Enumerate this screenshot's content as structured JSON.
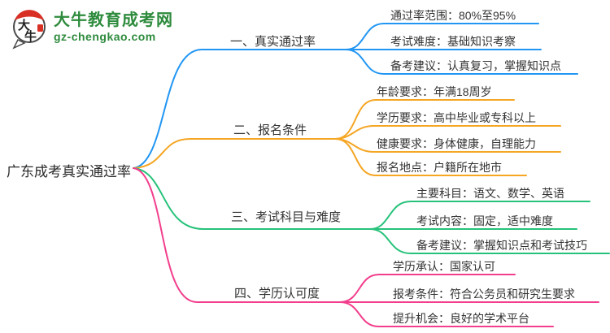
{
  "logo": {
    "icon_char_1": "大",
    "icon_char_2": "牛",
    "title": "大牛教育成考网",
    "domain": "gz-chengkao.com",
    "brand_green": "#2E8B3D",
    "seal_red": "#D93025"
  },
  "root": {
    "label": "广东成考真实通过率"
  },
  "branches": [
    {
      "label": "一、真实通过率",
      "color": "#2196F3",
      "leaves": [
        "通过率范围：80%至95%",
        "考试难度：基础知识考察",
        "备考建议：认真复习，掌握知识点"
      ]
    },
    {
      "label": "二、报名条件",
      "color": "#F5A623",
      "leaves": [
        "年龄要求：年满18周岁",
        "学历要求：高中毕业或专科以上",
        "健康要求：身体健康，自理能力",
        "报名地点：户籍所在地市"
      ]
    },
    {
      "label": "三、考试科目与难度",
      "color": "#27C27A",
      "leaves": [
        "主要科目：语文、数学、英语",
        "考试内容：固定，适中难度",
        "备考建议：掌握知识点和考试技巧"
      ]
    },
    {
      "label": "四、学历认可度",
      "color": "#F23E8C",
      "leaves": [
        "学历承认：国家认可",
        "报考条件：符合公务员和研究生要求",
        "提升机会：良好的学术平台"
      ]
    }
  ]
}
